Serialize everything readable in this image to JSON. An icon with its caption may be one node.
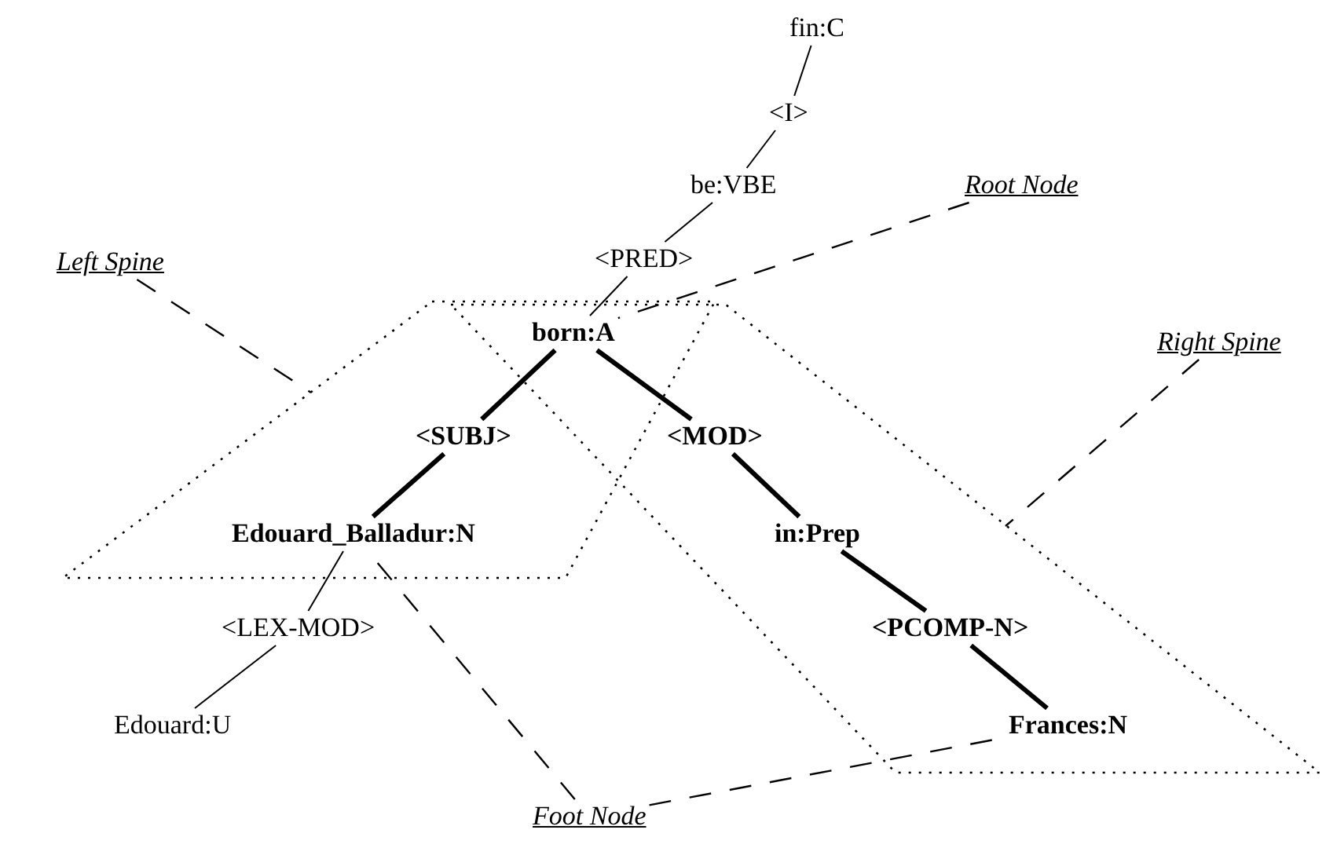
{
  "diagram": {
    "nodes": [
      {
        "text": [
          "fin:C"
        ]
      },
      {
        "text": [
          "<I>"
        ]
      },
      {
        "text": [
          "be:VBE"
        ]
      },
      {
        "text": [
          "Root Node"
        ]
      },
      {
        "text": [
          "<PRED>"
        ]
      },
      {
        "text": [
          "Left Spine"
        ]
      },
      {
        "text": [
          "Right Spine"
        ]
      },
      {
        "text": [],
        "shape": "parallelogram"
      },
      {
        "text": [],
        "shape": "parallelogram"
      },
      {
        "text": [
          "born:A"
        ]
      },
      {
        "text": [
          "<SUBJ>"
        ],
        "in": 7
      },
      {
        "text": [
          "<MOD>"
        ],
        "in": 8
      },
      {
        "text": [
          "Edouard_Balladur:N"
        ],
        "in": 7
      },
      {
        "text": [
          "in:Prep"
        ],
        "in": 8
      },
      {
        "text": [
          "<LEX-MOD>"
        ]
      },
      {
        "text": [
          "<PCOMP-N>"
        ],
        "in": 8
      },
      {
        "text": [
          "Edouard:U"
        ]
      },
      {
        "text": [
          "Frances:N"
        ],
        "in": 8
      },
      {
        "text": [
          "Foot Node"
        ]
      }
    ],
    "edges": [
      {
        "from": 0,
        "to": 1,
        "arrow": "none"
      },
      {
        "from": 1,
        "to": 2,
        "arrow": "none"
      },
      {
        "from": 2,
        "to": 4,
        "arrow": "none"
      },
      {
        "from": 4,
        "to": 9,
        "arrow": "none"
      },
      {
        "from": 9,
        "to": 10,
        "arrow": "none",
        "style": "thick"
      },
      {
        "from": 10,
        "to": 12,
        "arrow": "none",
        "style": "thick"
      },
      {
        "from": 9,
        "to": 11,
        "arrow": "none",
        "style": "thick"
      },
      {
        "from": 11,
        "to": 13,
        "arrow": "none",
        "style": "thick"
      },
      {
        "from": 13,
        "to": 15,
        "arrow": "none",
        "style": "thick"
      },
      {
        "from": 15,
        "to": 17,
        "arrow": "none",
        "style": "thick"
      },
      {
        "from": 12,
        "to": 14,
        "arrow": "none"
      },
      {
        "from": 14,
        "to": 16,
        "arrow": "none"
      },
      {
        "from": 3,
        "to": 9,
        "arrow": "none",
        "style": "dashed"
      },
      {
        "from": 5,
        "to": 7,
        "arrow": "none",
        "style": "dashed"
      },
      {
        "from": 6,
        "to": 8,
        "arrow": "none",
        "style": "dashed"
      },
      {
        "from": 18,
        "to": 12,
        "arrow": "none",
        "style": "dashed"
      },
      {
        "from": 18,
        "to": 17,
        "arrow": "none",
        "style": "dashed"
      }
    ]
  }
}
